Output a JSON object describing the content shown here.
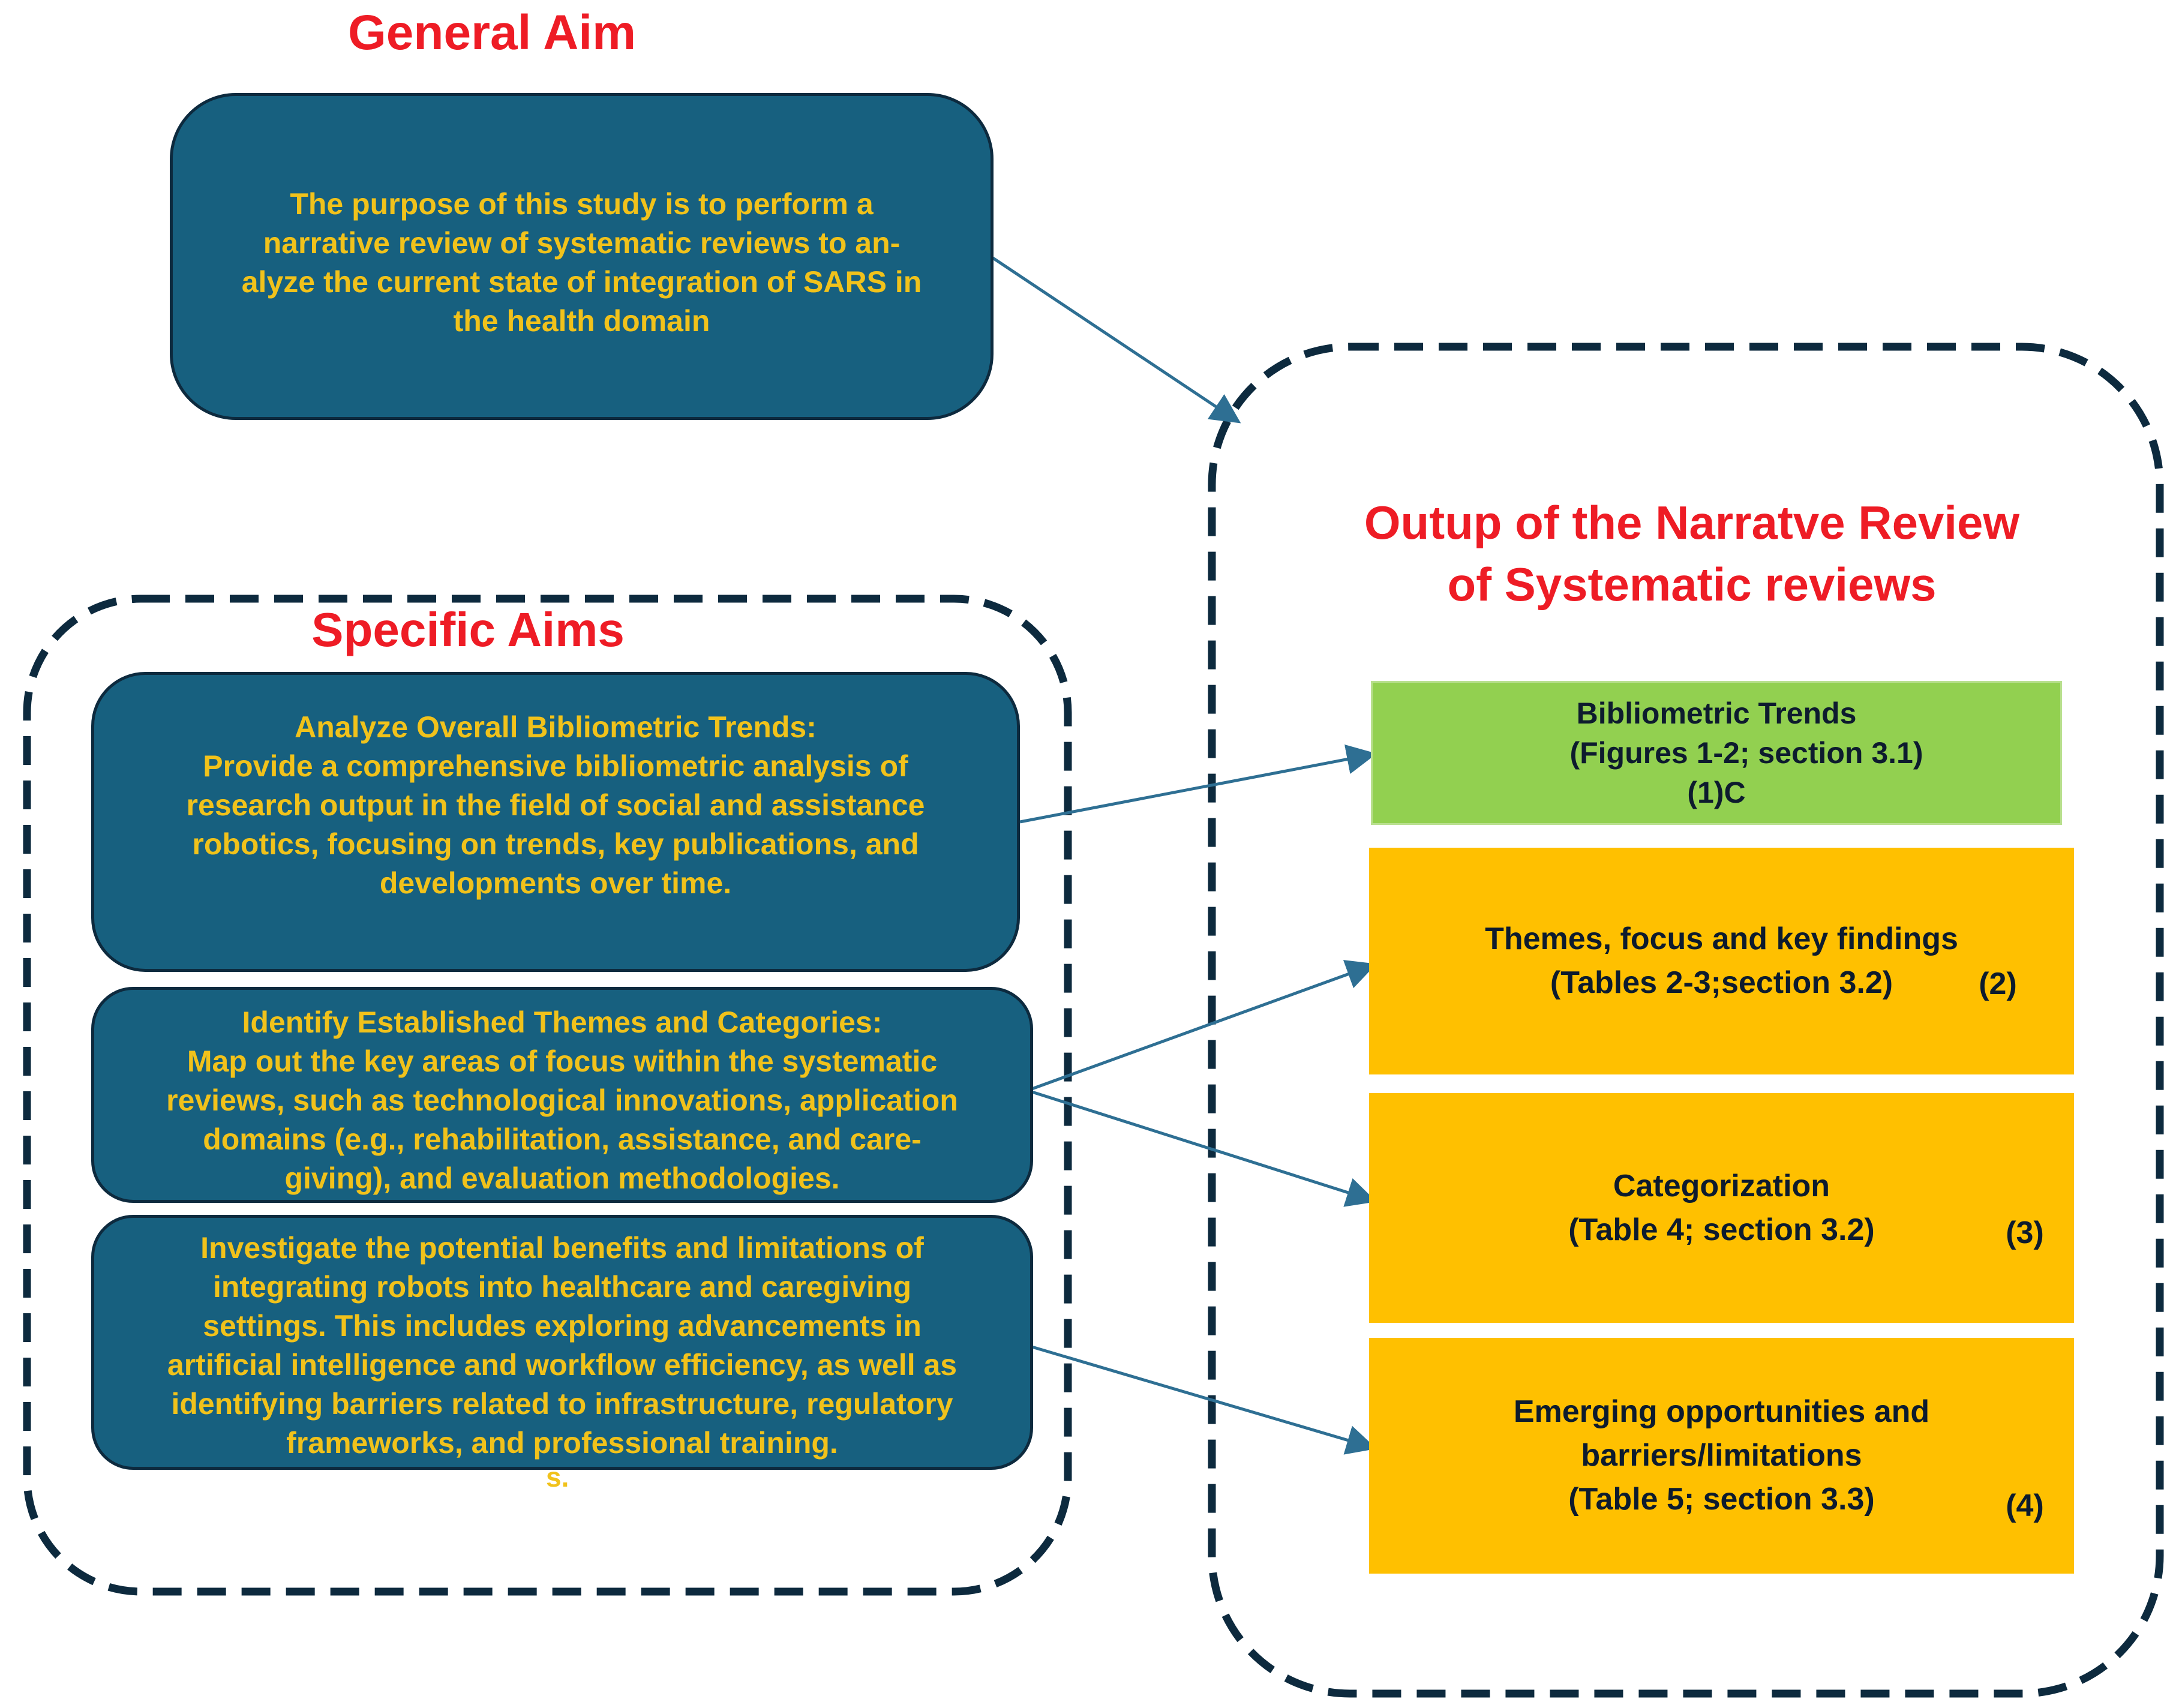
{
  "general_aim": {
    "heading": "General Aim",
    "text_lines": [
      "The purpose of this study is  to perform a",
      "narrative review of systematic reviews to an-",
      "alyze the current state of integration of SARS in",
      "the health domain"
    ]
  },
  "specific_aims": {
    "heading": "Specific Aims",
    "aims": [
      {
        "text_lines": [
          "Analyze Overall Bibliometric Trends:",
          "Provide a comprehensive bibliometric analysis of",
          "research output in the field of social and assistance",
          "robotics, focusing on trends, key publications, and",
          "developments over time."
        ]
      },
      {
        "text_lines": [
          "Identify Established Themes and Categories:",
          "Map out the key areas of focus within the systematic",
          "reviews, such as technological innovations, application",
          "domains (e.g., rehabilitation, assistance, and care-",
          "giving), and evaluation methodologies."
        ]
      },
      {
        "text_lines": [
          "Investigate the potential benefits and limitations of",
          "integrating robots into healthcare and caregiving",
          "settings. This includes exploring advancements in",
          "artificial intelligence and workflow efficiency, as well as",
          "identifying barriers related to infrastructure, regulatory",
          "frameworks, and professional training."
        ]
      }
    ],
    "stray_text": "s."
  },
  "output": {
    "heading_lines": [
      "Outup of the Narratve Review",
      "of Systematic reviews"
    ],
    "items": [
      {
        "lines": [
          "Bibliometric Trends",
          "(Figures 1-2; section 3.1)",
          "(1)C"
        ],
        "color": "#92d050"
      },
      {
        "lines": [
          "Themes, focus and key findings",
          "(Tables 2-3;section 3.2)"
        ],
        "number": "(2)",
        "color": "#ffc000"
      },
      {
        "lines": [
          "Categorization",
          "(Table 4; section 3.2)"
        ],
        "number": "(3)",
        "color": "#ffc000"
      },
      {
        "lines": [
          "Emerging opportunities and",
          "barriers/limitations",
          "(Table 5; section 3.3)"
        ],
        "number": "(4)",
        "color": "#ffc000"
      }
    ]
  },
  "colors": {
    "heading_red": "#ee1c25",
    "box_fill": "#17607f",
    "box_text": "#f1c21b",
    "arrow": "#2e6f93",
    "dashed_border": "#0d2a3e"
  }
}
